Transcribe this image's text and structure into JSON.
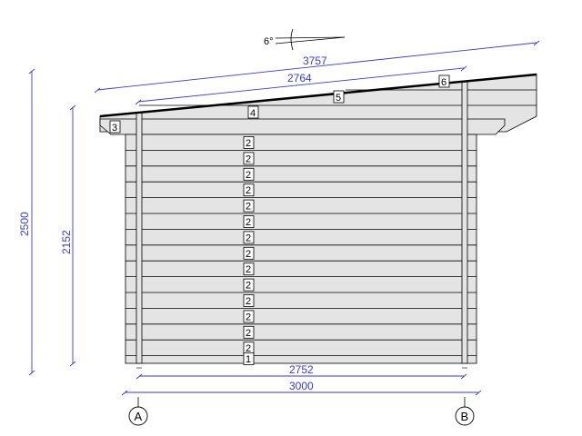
{
  "drawing": {
    "roof_angle": "6°",
    "dimensions": {
      "roof_total": "3757",
      "roof_inner": "2764",
      "wall_inner": "2752",
      "wall_total": "3000",
      "height_total": "2500",
      "height_wall": "2152"
    },
    "axes": [
      "A",
      "B"
    ],
    "part_tags": {
      "fascia": "3",
      "roof_board_lower": "4",
      "roof_board_middle": "5",
      "roof_board_upper": "6"
    },
    "log_tags": [
      "2",
      "2",
      "2",
      "2",
      "2",
      "2",
      "2",
      "2",
      "2",
      "2",
      "2",
      "2",
      "2",
      "2",
      "1"
    ],
    "colors": {
      "dimension": "#3a3acc",
      "fill": "#e4e4e4",
      "line": "#000000"
    }
  }
}
